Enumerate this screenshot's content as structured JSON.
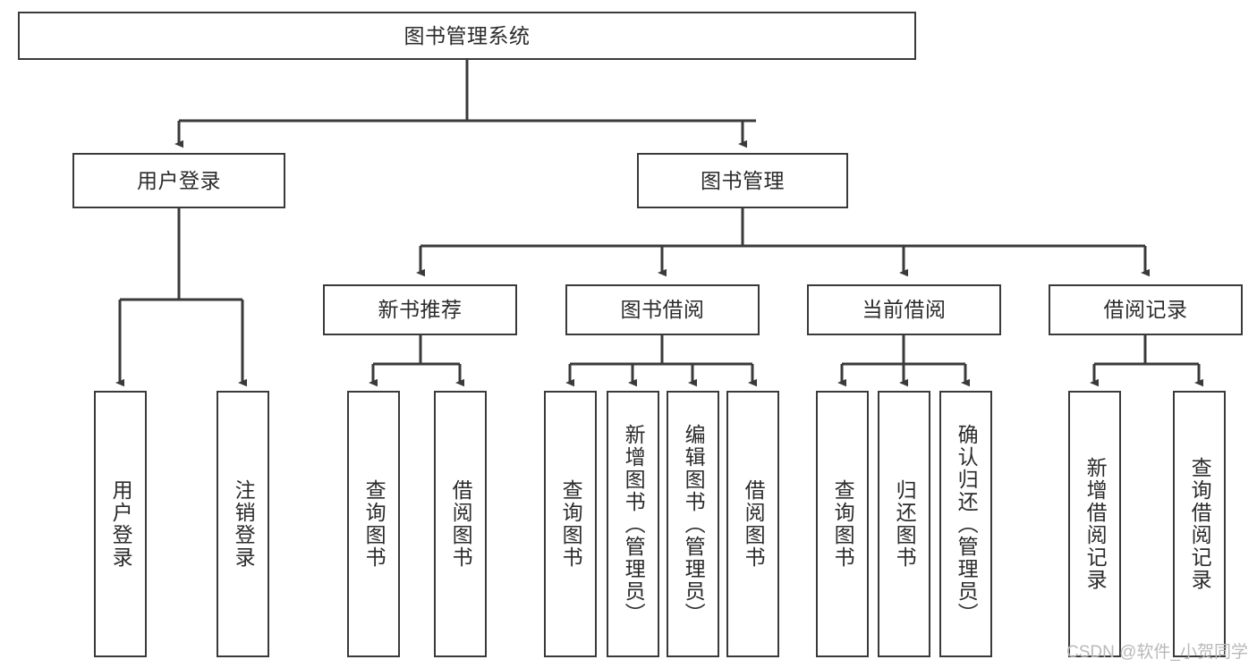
{
  "diagram": {
    "type": "tree-hierarchy-flowchart",
    "title": "图书管理系统",
    "watermark": "CSDN @软件_小贺同学",
    "colors": {
      "box_border": "#3a3a3a",
      "box_fill": "#ffffff",
      "connector": "#3a3a3a",
      "text": "#2b2b2b",
      "watermark": "#b9b9b9",
      "background": "#ffffff"
    },
    "levels": {
      "root": {
        "label": "图书管理系统"
      },
      "level2": [
        {
          "label": "用户登录"
        },
        {
          "label": "图书管理"
        }
      ],
      "level3": [
        {
          "label": "新书推荐"
        },
        {
          "label": "图书借阅"
        },
        {
          "label": "当前借阅"
        },
        {
          "label": "借阅记录"
        }
      ],
      "leaves_user_login": [
        {
          "label": "用户登录"
        },
        {
          "label": "注销登录"
        }
      ],
      "leaves_new_book": [
        {
          "label": "查询图书"
        },
        {
          "label": "借阅图书"
        }
      ],
      "leaves_borrow": [
        {
          "label": "查询图书"
        },
        {
          "label": "新增图书（管理员）"
        },
        {
          "label": "编辑图书（管理员）"
        },
        {
          "label": "借阅图书"
        }
      ],
      "leaves_current": [
        {
          "label": "查询图书"
        },
        {
          "label": "归还图书"
        },
        {
          "label": "确认归还（管理员）"
        }
      ],
      "leaves_records": [
        {
          "label": "新增借阅记录"
        },
        {
          "label": "查询借阅记录"
        }
      ]
    }
  }
}
